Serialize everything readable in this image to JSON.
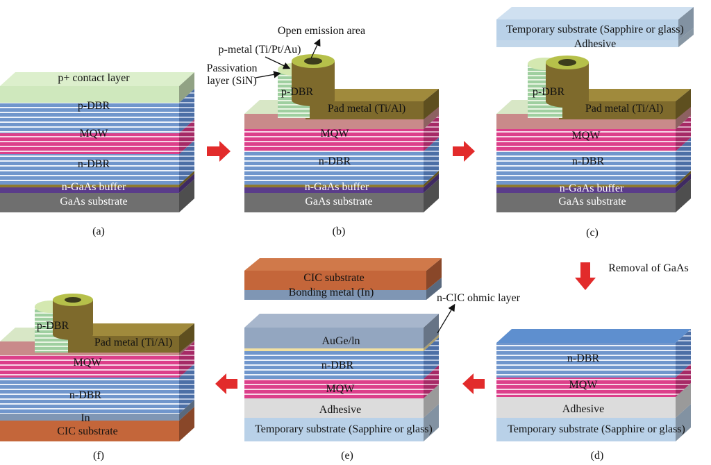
{
  "panels": {
    "a": {
      "caption": "(a)",
      "labels": {
        "contact": "p+ contact layer",
        "pdbr": "p-DBR",
        "mqw": "MQW",
        "ndbr": "n-DBR",
        "buffer": "n-GaAs buffer",
        "substrate": "GaAs substrate"
      }
    },
    "b": {
      "caption": "(b)",
      "labels": {
        "open_emission": "Open emission area",
        "pmetal": "p-metal (Ti/Pt/Au)",
        "passivation_1": "Passivation",
        "passivation_2": "layer (SiN)",
        "pdbr": "p-DBR",
        "pad": "Pad metal (Ti/Al)",
        "mqw": "MQW",
        "ndbr": "n-DBR",
        "buffer": "n-GaAs buffer",
        "substrate": "GaAs substrate"
      }
    },
    "c": {
      "caption": "(c)",
      "labels": {
        "temp": "Temporary substrate (Sapphire or glass)",
        "adhesive": "Adhesive",
        "pdbr": "p-DBR",
        "pad": "Pad metal (Ti/Al)",
        "mqw": "MQW",
        "ndbr": "n-DBR",
        "buffer": "n-GaAs buffer",
        "substrate": "GaAs substrate"
      }
    },
    "d": {
      "caption": "(d)",
      "labels": {
        "ndbr": "n-DBR",
        "mqw": "MQW",
        "adhesive": "Adhesive",
        "temp": "Temporary substrate (Sapphire or glass)"
      }
    },
    "e": {
      "caption": "(e)",
      "labels": {
        "cic": "CIC substrate",
        "bonding": "Bonding metal (In)",
        "ohmic": "n-CIC ohmic layer",
        "auge": "AuGe/ln",
        "ndbr": "n-DBR",
        "mqw": "MQW",
        "adhesive": "Adhesive",
        "temp": "Temporary substrate (Sapphire or glass)"
      }
    },
    "f": {
      "caption": "(f)",
      "labels": {
        "pdbr": "p-DBR",
        "pad": "Pad metal (Ti/Al)",
        "mqw": "MQW",
        "ndbr": "n-DBR",
        "in": "In",
        "cic": "CIC substrate"
      }
    }
  },
  "step_label": "Removal of GaAs",
  "colors": {
    "dbr_blue": "#6f93cc",
    "dbr_white": "#eef2fa",
    "mqw_pink": "#de3b86",
    "buffer_purple": "#5a3c8a",
    "gaas_gray": "#6f6f6f",
    "contact_green": "#cfe8bd",
    "pad_brown": "#7e6a2c",
    "cic_orange": "#c4663a",
    "bonding_slate": "#7f96b4",
    "adhesive_gray": "#dcdcdc",
    "sapphire_blue": "#b9d1e8",
    "arrow_red": "#e22b2b"
  }
}
